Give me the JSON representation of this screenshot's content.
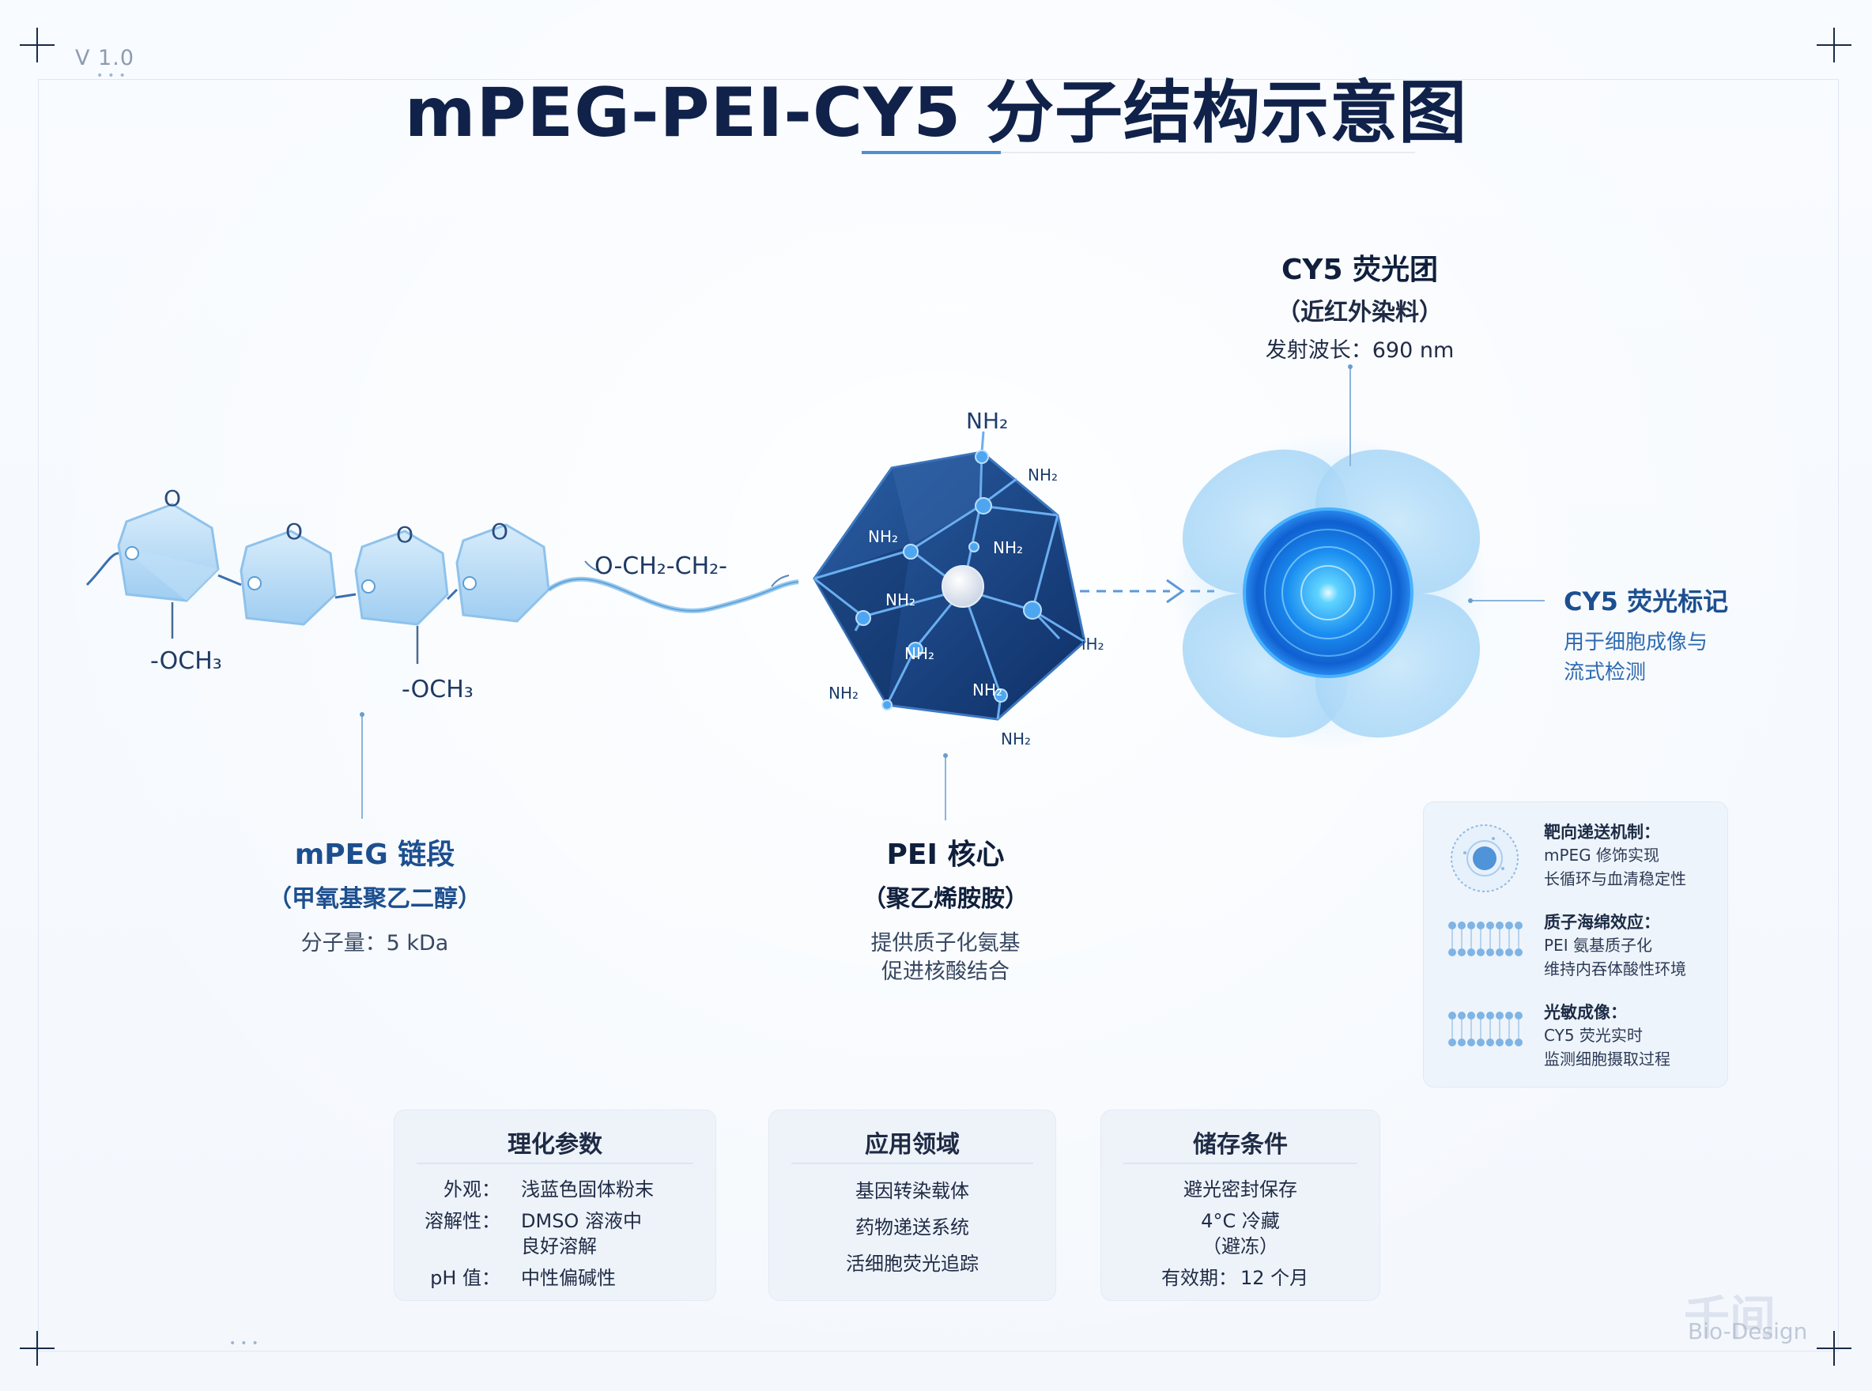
{
  "header": {
    "version": "V 1.0",
    "title": "mPEG-PEI-CY5 分子结构示意图"
  },
  "structure": {
    "peg_oxygen_label": "O",
    "methoxy_label_1": "-OCH₃",
    "methoxy_label_2": "-OCH₃",
    "linker_label": "O-CH₂-CH₂-",
    "nh2_label": "NH₂",
    "nh2_partial_label": "iH₂"
  },
  "mpeg_label": {
    "title": "mPEG 链段",
    "subtitle": "（甲氧基聚乙二醇）",
    "detail": "分子量：5 kDa"
  },
  "pei_label": {
    "title": "PEI 核心",
    "subtitle": "（聚乙烯胺胺）",
    "detail_1": "提供质子化氨基",
    "detail_2": "促进核酸结合"
  },
  "cy5_label": {
    "title": "CY5 荧光团",
    "subtitle": "（近红外染料）",
    "detail": "发射波长：690 nm"
  },
  "cy5_side_label": {
    "title": "CY5 荧光标记",
    "line_1": "用于细胞成像与",
    "line_2": "流式检测"
  },
  "mechanisms": [
    {
      "title": "靶向递送机制：",
      "line_1": "mPEG 修饰实现",
      "line_2": "长循环与血清稳定性",
      "icon": "cell-icon"
    },
    {
      "title": "质子海绵效应：",
      "line_1": "PEI 氨基质子化",
      "line_2": "维持内吞体酸性环境",
      "icon": "lipid-bilayer-icon"
    },
    {
      "title": "光敏成像：",
      "line_1": "CY5 荧光实时",
      "line_2": "监测细胞摄取过程",
      "icon": "lipid-bilayer-icon"
    }
  ],
  "cards": {
    "physchem": {
      "title": "理化参数",
      "rows": [
        {
          "key": "外观：",
          "value": "浅蓝色固体粉末"
        },
        {
          "key": "溶解性：",
          "value": "DMSO 溶液中",
          "value_2": "良好溶解"
        },
        {
          "key": "pH 值：",
          "value": "中性偏碱性"
        }
      ]
    },
    "applications": {
      "title": "应用领域",
      "items": [
        "基因转染载体",
        "药物递送系统",
        "活细胞荧光追踪"
      ]
    },
    "storage": {
      "title": "储存条件",
      "items": [
        "避光密封保存",
        "4°C 冷藏",
        "（避冻）"
      ],
      "shelf_key": "有效期：",
      "shelf_value": "12 个月"
    }
  },
  "watermark": {
    "logo": "千间",
    "brand": "Bio-Design"
  },
  "colors": {
    "title": "#10224a",
    "accent_blue": "#1c4f8f",
    "pei_dark": "#173f7b",
    "peg_light": "#bfe0f7",
    "cy5_glow": "#1a8cf0"
  }
}
